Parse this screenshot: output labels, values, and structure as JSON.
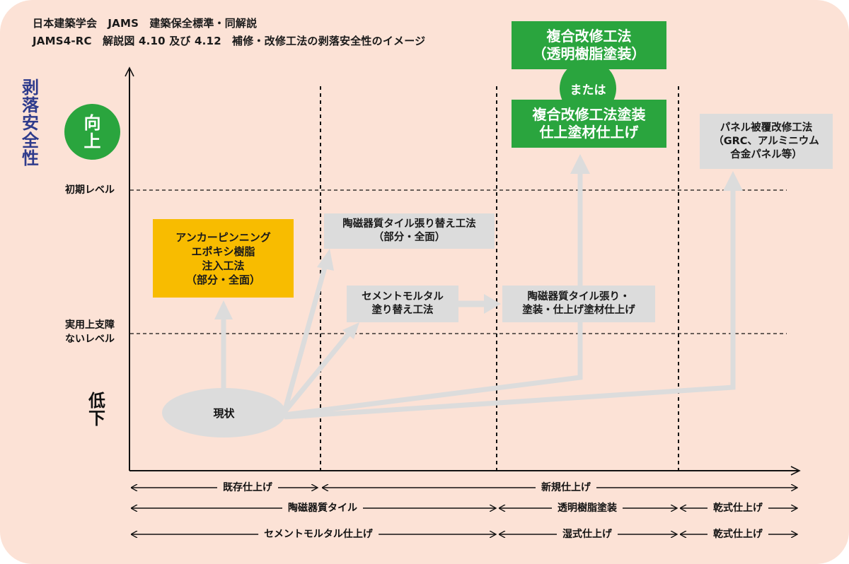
{
  "header": {
    "line1": "日本建築学会　JAMS　建築保全標準・同解説",
    "line2": "JAMS4-RC　解説図 4.10 及び 4.12　補修・改修工法の剥落安全性のイメージ"
  },
  "y_axis": {
    "label": "剥落安全性",
    "high_badge": [
      "向",
      "上"
    ],
    "low_label": [
      "低",
      "下"
    ],
    "levels": [
      {
        "id": "initial",
        "label": [
          "初期レベル"
        ]
      },
      {
        "id": "practical",
        "label": [
          "実用上支障",
          "ないレベル"
        ]
      }
    ]
  },
  "nodes": {
    "current": "現状",
    "anchor_pinning": [
      "アンカーピンニング",
      "エポキシ樹脂",
      "注入工法",
      "（部分・全面）"
    ],
    "tile_replace": [
      "陶磁器質タイル張り替え工法",
      "（部分・全面）"
    ],
    "mortar_replace": [
      "セメントモルタル",
      "塗り替え工法"
    ],
    "tile_paint": [
      "陶磁器質タイル張り・",
      "塗装・仕上げ塗材仕上げ"
    ],
    "composite_clear": [
      "複合改修工法",
      "（透明樹脂塗装）"
    ],
    "or_label": "または",
    "composite_paint": [
      "複合改修工法塗装",
      "仕上塗材仕上げ"
    ],
    "panel_cover": [
      "パネル被覆改修工法",
      "（GRC、アルミニウム",
      "合金パネル等）"
    ]
  },
  "x_categories": {
    "row1": [
      {
        "label": "既存仕上げ"
      },
      {
        "label": "新規仕上げ"
      }
    ],
    "row2": [
      {
        "label": "陶磁器質タイル"
      },
      {
        "label": "透明樹脂塗装"
      },
      {
        "label": "乾式仕上げ"
      }
    ],
    "row3": [
      {
        "label": "セメントモルタル仕上げ"
      },
      {
        "label": "湿式仕上げ"
      },
      {
        "label": "乾式仕上げ"
      }
    ]
  },
  "colors": {
    "background": "#fce2d6",
    "green": "#2aa53e",
    "yellow": "#f8bc00",
    "gray_box": "#dcdcdc",
    "axis_label_blue": "#2e3b8c"
  }
}
